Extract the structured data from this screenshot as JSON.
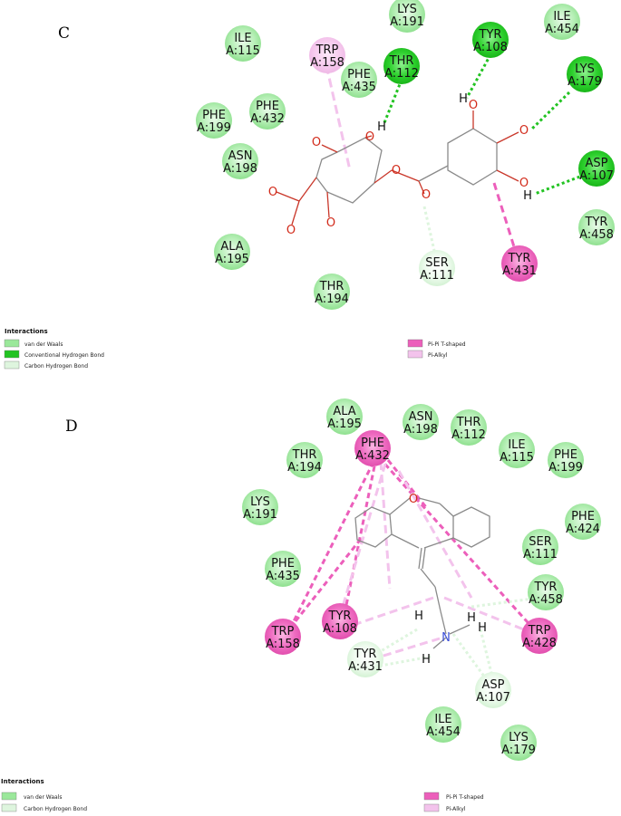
{
  "panels": [
    {
      "label": "C",
      "residues": [
        {
          "name": "LYS",
          "id": "A:191",
          "kind": "vdw"
        },
        {
          "name": "ILE",
          "id": "A:454",
          "kind": "vdw"
        },
        {
          "name": "ILE",
          "id": "A:115",
          "kind": "vdw"
        },
        {
          "name": "TRP",
          "id": "A:158",
          "kind": "pialkyl"
        },
        {
          "name": "THR",
          "id": "A:112",
          "kind": "hbond"
        },
        {
          "name": "TYR",
          "id": "A:108",
          "kind": "hbond"
        },
        {
          "name": "PHE",
          "id": "A:435",
          "kind": "vdw"
        },
        {
          "name": "LYS",
          "id": "A:179",
          "kind": "hbond"
        },
        {
          "name": "PHE",
          "id": "A:432",
          "kind": "vdw"
        },
        {
          "name": "PHE",
          "id": "A:199",
          "kind": "vdw"
        },
        {
          "name": "ASN",
          "id": "A:198",
          "kind": "vdw"
        },
        {
          "name": "ASP",
          "id": "A:107",
          "kind": "hbond"
        },
        {
          "name": "TYR",
          "id": "A:458",
          "kind": "vdw"
        },
        {
          "name": "ALA",
          "id": "A:195",
          "kind": "vdw"
        },
        {
          "name": "SER",
          "id": "A:111",
          "kind": "chbond"
        },
        {
          "name": "TYR",
          "id": "A:431",
          "kind": "tshaped"
        },
        {
          "name": "THR",
          "id": "A:194",
          "kind": "vdw"
        }
      ],
      "atoms": [
        "O",
        "O",
        "H",
        "O",
        "O",
        "O",
        "O",
        "O",
        "O",
        "H",
        "O",
        "O",
        "H"
      ],
      "legend": {
        "title": "Interactions",
        "items": [
          {
            "label": "van der Waals",
            "color": "#9be89b"
          },
          {
            "label": "Conventional Hydrogen Bond",
            "color": "#22c322"
          },
          {
            "label": "Carbon Hydrogen Bond",
            "color": "#def5de"
          },
          {
            "label": "Pi-Pi T-shaped",
            "color": "#ec5fbb"
          },
          {
            "label": "Pi-Alkyl",
            "color": "#f3c3ec"
          }
        ]
      }
    },
    {
      "label": "D",
      "residues": [
        {
          "name": "ALA",
          "id": "A:195",
          "kind": "vdw"
        },
        {
          "name": "ASN",
          "id": "A:198",
          "kind": "vdw"
        },
        {
          "name": "THR",
          "id": "A:112",
          "kind": "vdw"
        },
        {
          "name": "PHE",
          "id": "A:432",
          "kind": "tshaped"
        },
        {
          "name": "ILE",
          "id": "A:115",
          "kind": "vdw"
        },
        {
          "name": "PHE",
          "id": "A:199",
          "kind": "vdw"
        },
        {
          "name": "THR",
          "id": "A:194",
          "kind": "vdw"
        },
        {
          "name": "LYS",
          "id": "A:191",
          "kind": "vdw"
        },
        {
          "name": "PHE",
          "id": "A:424",
          "kind": "vdw"
        },
        {
          "name": "SER",
          "id": "A:111",
          "kind": "vdw"
        },
        {
          "name": "PHE",
          "id": "A:435",
          "kind": "vdw"
        },
        {
          "name": "TYR",
          "id": "A:458",
          "kind": "vdw"
        },
        {
          "name": "TRP",
          "id": "A:158",
          "kind": "tshaped"
        },
        {
          "name": "TYR",
          "id": "A:108",
          "kind": "tshaped"
        },
        {
          "name": "TRP",
          "id": "A:428",
          "kind": "tshaped"
        },
        {
          "name": "TYR",
          "id": "A:431",
          "kind": "chbond"
        },
        {
          "name": "ASP",
          "id": "A:107",
          "kind": "chbond"
        },
        {
          "name": "ILE",
          "id": "A:454",
          "kind": "vdw"
        },
        {
          "name": "LYS",
          "id": "A:179",
          "kind": "vdw"
        }
      ],
      "atoms": [
        "O",
        "N",
        "H",
        "H",
        "H",
        "H"
      ],
      "legend": {
        "title": "Interactions",
        "items": [
          {
            "label": "van der Waals",
            "color": "#9be89b"
          },
          {
            "label": "Carbon Hydrogen Bond",
            "color": "#def5de"
          },
          {
            "label": "Pi-Pi T-shaped",
            "color": "#ec5fbb"
          },
          {
            "label": "Pi-Alkyl",
            "color": "#f3c3ec"
          }
        ]
      }
    }
  ],
  "colors": {
    "vdw": "#9be89b",
    "hbond": "#22c322",
    "chbond": "#def5de",
    "tshaped": "#ec5fbb",
    "pialkyl": "#f3c3ec",
    "ligand_oxygen": "#d22a1a",
    "ligand_nitrogen": "#3b4fd6",
    "ligand_bond_c": "#c9372a",
    "ligand_bond_d": "#8a8a8a"
  }
}
